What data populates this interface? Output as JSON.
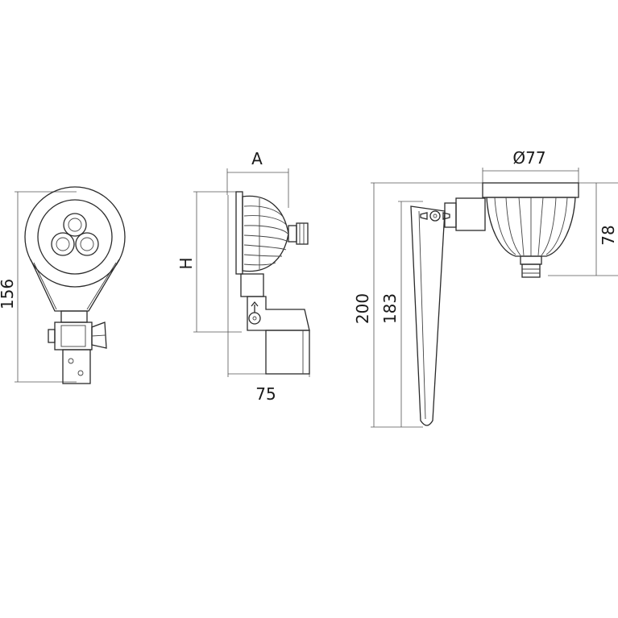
{
  "dimensions": {
    "front_height": "156",
    "side_width_top": "A",
    "side_height": "H",
    "side_width_bottom": "75",
    "top_diameter": "Ø77",
    "top_head_height": "78",
    "total_height": "200",
    "stake_height": "183"
  },
  "colors": {
    "line": "#2a2a2a",
    "background": "#ffffff"
  }
}
